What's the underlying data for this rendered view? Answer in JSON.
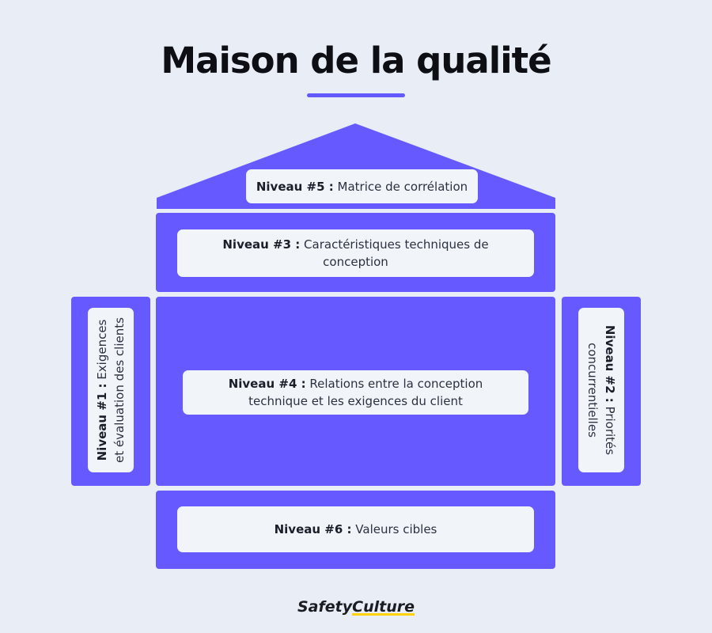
{
  "title": "Maison de la qualité",
  "colors": {
    "accent": "#6559ff",
    "background": "#e9eef6",
    "label_bg": "#f1f5fa"
  },
  "levels": {
    "l5": {
      "prefix": "Niveau #5 :",
      "text": " Matrice de corrélation"
    },
    "l3": {
      "prefix": "Niveau #3 :",
      "text": " Caractéristiques techniques de conception"
    },
    "l4": {
      "prefix": "Niveau #4 :",
      "text": " Relations entre la conception technique et les exigences du client"
    },
    "l1": {
      "prefix": "Niveau #1 :",
      "text": " Exigences et évaluation des clients"
    },
    "l2": {
      "prefix": "Niveau #2 :",
      "text": " Priorités concurrentielles"
    },
    "l6": {
      "prefix": "Niveau #6 :",
      "text": " Valeurs cibles"
    }
  },
  "logo": {
    "part1": "Safety",
    "part2": "Culture"
  }
}
